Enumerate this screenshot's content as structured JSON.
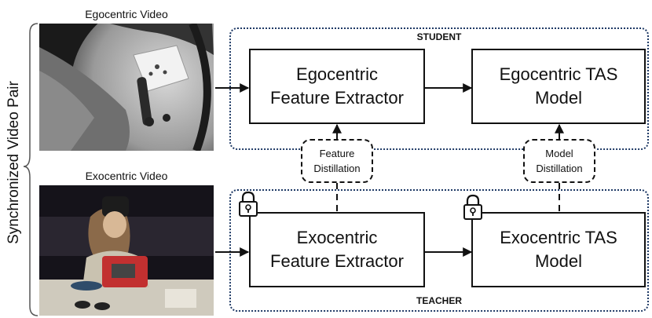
{
  "side_label": "Synchronized Video Pair",
  "ego_video": {
    "caption": "Egocentric Video"
  },
  "exo_video": {
    "caption": "Exocentric Video"
  },
  "student": {
    "title": "STUDENT",
    "feature_extractor": {
      "line1": "Egocentric",
      "line2": "Feature Extractor"
    },
    "tas_model": {
      "line1": "Egocentric TAS",
      "line2": "Model"
    }
  },
  "teacher": {
    "title": "TEACHER",
    "feature_extractor": {
      "line1": "Exocentric",
      "line2": "Feature Extractor"
    },
    "tas_model": {
      "line1": "Exocentric TAS",
      "line2": "Model"
    }
  },
  "feature_distillation": {
    "line1": "Feature",
    "line2": "Distillation"
  },
  "model_distillation": {
    "line1": "Model",
    "line2": "Distillation"
  },
  "icons": {
    "lock": "lock-icon"
  },
  "colors": {
    "group_border": "#1f3a66",
    "line": "#111111"
  }
}
